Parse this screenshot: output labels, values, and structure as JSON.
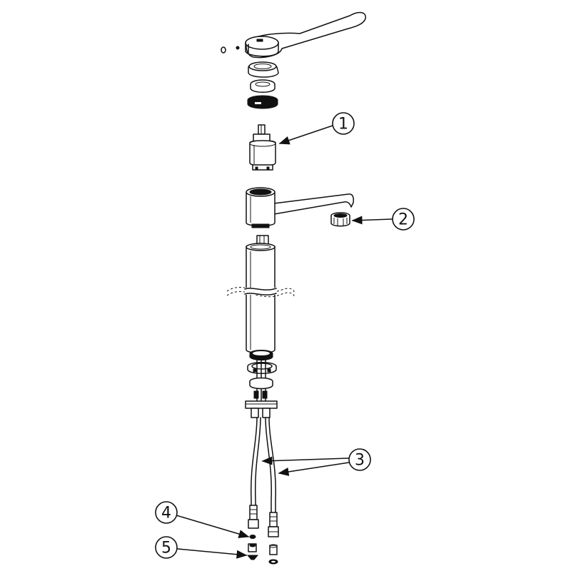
{
  "diagram": {
    "type": "exploded-parts-view",
    "callouts": [
      {
        "id": "1",
        "label": "1",
        "points_to": "cartridge"
      },
      {
        "id": "2",
        "label": "2",
        "points_to": "aerator"
      },
      {
        "id": "3",
        "label": "3",
        "points_to": "flexible-hoses"
      },
      {
        "id": "4",
        "label": "4",
        "points_to": "hose-nut-washer"
      },
      {
        "id": "5",
        "label": "5",
        "points_to": "filter-insert"
      }
    ]
  },
  "colors": {
    "line": "#111111",
    "fill": "#ffffff",
    "dark": "#111111"
  }
}
